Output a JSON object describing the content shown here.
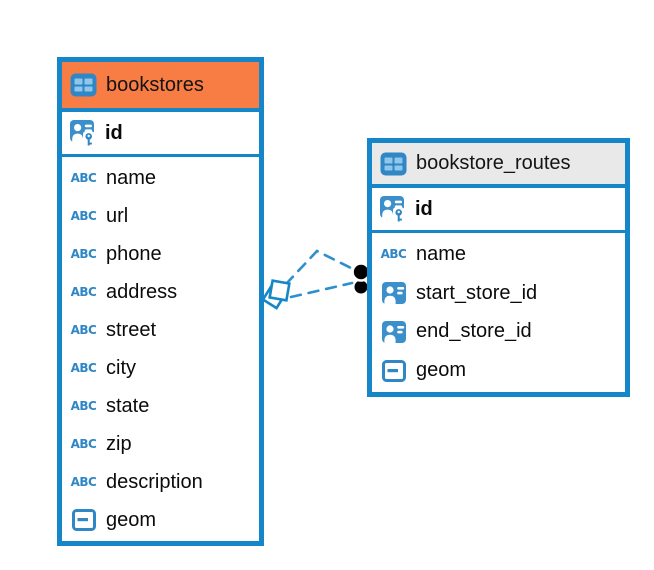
{
  "diagram_type": "entity-relationship",
  "left_table": {
    "title": "bookstores",
    "header_color": "#F87D44",
    "pk": "id",
    "columns": [
      {
        "name": "name",
        "type": "text"
      },
      {
        "name": "url",
        "type": "text"
      },
      {
        "name": "phone",
        "type": "text"
      },
      {
        "name": "address",
        "type": "text"
      },
      {
        "name": "street",
        "type": "text"
      },
      {
        "name": "city",
        "type": "text"
      },
      {
        "name": "state",
        "type": "text"
      },
      {
        "name": "zip",
        "type": "text"
      },
      {
        "name": "description",
        "type": "text"
      },
      {
        "name": "geom",
        "type": "geometry"
      }
    ]
  },
  "right_table": {
    "title": "bookstore_routes",
    "header_color": "#E9E9E9",
    "pk": "id",
    "columns": [
      {
        "name": "name",
        "type": "text"
      },
      {
        "name": "start_store_id",
        "type": "foreign-key"
      },
      {
        "name": "end_store_id",
        "type": "foreign-key"
      },
      {
        "name": "geom",
        "type": "geometry"
      }
    ]
  },
  "relationship": {
    "style": "dashed",
    "left_marker": "double-diamond",
    "right_marker": "double-dot",
    "lines": 2
  },
  "icons": {
    "text_type_label": "ABC",
    "table_icon": "grid-table",
    "primary_key_icon": "person-badge-with-key",
    "foreign_key_icon": "person-badge",
    "geometry_icon": "square-with-dash"
  },
  "colors": {
    "table_border": "#1587C9",
    "accent_blue": "#2F87C6",
    "badge_blue": "#3B90CB",
    "cell_light_blue": "#8FC6E9",
    "header_orange": "#F87D44",
    "header_gray": "#E9E9E9",
    "connector_blue": "#2E8FCB",
    "dot_black": "#000000",
    "text": "#0b0b0b",
    "background": "#ffffff"
  }
}
